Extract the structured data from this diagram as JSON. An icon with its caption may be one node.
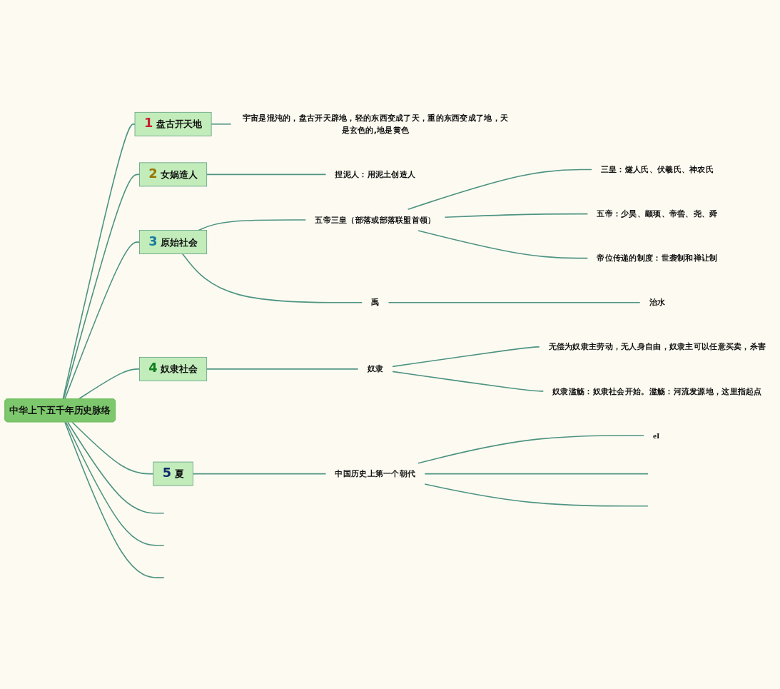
{
  "diagram": {
    "nodes": [
      {
        "text": [
          "中华上下五千年历史脉络"
        ]
      },
      {
        "text": [
          "1",
          "盘古开天地"
        ]
      },
      {
        "text": [
          "宇宙是混沌的，盘古开天辟地，轻的东西变成了天，重的东西变成了地，天是玄色的,地是黄色"
        ]
      },
      {
        "text": [
          "2",
          "女娲造人"
        ]
      },
      {
        "text": [
          "捏泥人：用泥土创造人"
        ]
      },
      {
        "text": [
          "3",
          "原始社会"
        ]
      },
      {
        "text": [
          "五帝三皇（部落或部落联盟首领）"
        ]
      },
      {
        "text": [
          "三皇：燧人氏、伏羲氏、神农氏"
        ]
      },
      {
        "text": [
          "五帝：少昊、颛顼、帝喾、尧、舜"
        ]
      },
      {
        "text": [
          "帝位传递的制度：世袭制和禅让制"
        ]
      },
      {
        "text": [
          "禹"
        ]
      },
      {
        "text": [
          "治水"
        ]
      },
      {
        "text": [
          "4",
          "奴隶社会"
        ]
      },
      {
        "text": [
          "奴隶"
        ]
      },
      {
        "text": [
          "无偿为奴隶主劳动，无人身自由，奴隶主可以任意买卖，杀害"
        ]
      },
      {
        "text": [
          "奴隶滥觞：奴隶社会开始。滥觞：河流发源地，这里指起点"
        ]
      },
      {
        "text": [
          "5",
          "夏"
        ]
      },
      {
        "text": [
          "中国历史上第一个朝代"
        ]
      },
      {
        "text": [
          "eI"
        ]
      }
    ],
    "edges": [
      {
        "from": 0,
        "to": 1,
        "arrow": "none"
      },
      {
        "from": 1,
        "to": 2,
        "arrow": "none"
      },
      {
        "from": 0,
        "to": 3,
        "arrow": "none"
      },
      {
        "from": 3,
        "to": 4,
        "arrow": "none"
      },
      {
        "from": 0,
        "to": 5,
        "arrow": "none"
      },
      {
        "from": 5,
        "to": 6,
        "arrow": "none"
      },
      {
        "from": 6,
        "to": 7,
        "arrow": "none"
      },
      {
        "from": 6,
        "to": 8,
        "arrow": "none"
      },
      {
        "from": 6,
        "to": 9,
        "arrow": "none"
      },
      {
        "from": 5,
        "to": 10,
        "arrow": "none"
      },
      {
        "from": 10,
        "to": 11,
        "arrow": "none"
      },
      {
        "from": 0,
        "to": 12,
        "arrow": "none"
      },
      {
        "from": 12,
        "to": 13,
        "arrow": "none"
      },
      {
        "from": 13,
        "to": 14,
        "arrow": "none"
      },
      {
        "from": 13,
        "to": 15,
        "arrow": "none"
      },
      {
        "from": 0,
        "to": 16,
        "arrow": "none"
      },
      {
        "from": 16,
        "to": 17,
        "arrow": "none"
      },
      {
        "from": 17,
        "to": 18,
        "arrow": "none"
      },
      {
        "from": 17,
        "to": null,
        "arrow": "none"
      },
      {
        "from": 17,
        "to": null,
        "arrow": "none"
      },
      {
        "from": 0,
        "to": null,
        "arrow": "none"
      },
      {
        "from": 0,
        "to": null,
        "arrow": "none"
      },
      {
        "from": 0,
        "to": null,
        "arrow": "none"
      }
    ]
  }
}
